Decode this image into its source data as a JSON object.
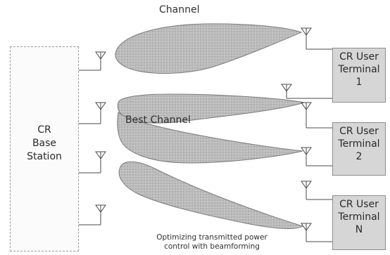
{
  "diagram": {
    "channel_label": "Channel",
    "best_channel_label": "Best Channel",
    "base_station": {
      "lines": [
        "CR",
        "Base",
        "Station"
      ]
    },
    "terminals": [
      {
        "lines": [
          "CR User",
          "Terminal",
          "1"
        ]
      },
      {
        "lines": [
          "CR User",
          "Terminal",
          "2"
        ]
      },
      {
        "lines": [
          "CR User",
          "Terminal",
          "N"
        ]
      }
    ],
    "caption_lines": [
      "Optimizing transmitted power",
      "control with beamforming"
    ]
  },
  "colors": {
    "beam_fill": "#b8b8b8",
    "beam_stroke": "#7a7a7a",
    "terminal_fill": "#d6d6d6",
    "line": "#4a4a4a"
  }
}
